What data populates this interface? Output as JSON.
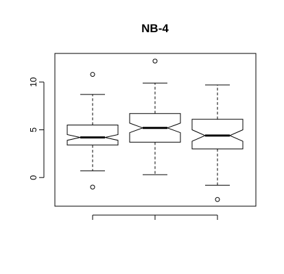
{
  "chart_data": {
    "type": "boxplot",
    "title": "NB-4",
    "xlabel": "",
    "ylabel": "",
    "notched": true,
    "ylim": [
      -3,
      13
    ],
    "yticks": [
      0,
      5,
      10
    ],
    "ytick_labels": [
      "0",
      "5",
      "10"
    ],
    "groups": [
      {
        "lower_whisker": 0.7,
        "q1": 3.4,
        "notch_low": 3.9,
        "median": 4.2,
        "notch_high": 4.5,
        "q3": 5.5,
        "upper_whisker": 8.7,
        "outliers": [
          10.8,
          -1.0
        ]
      },
      {
        "lower_whisker": 0.3,
        "q1": 3.7,
        "notch_low": 4.7,
        "median": 5.2,
        "notch_high": 5.7,
        "q3": 6.7,
        "upper_whisker": 9.9,
        "outliers": [
          12.2
        ]
      },
      {
        "lower_whisker": -0.8,
        "q1": 3.0,
        "notch_low": 3.8,
        "median": 4.4,
        "notch_high": 5.0,
        "q3": 6.1,
        "upper_whisker": 9.7,
        "outliers": [
          -2.3
        ]
      }
    ]
  }
}
